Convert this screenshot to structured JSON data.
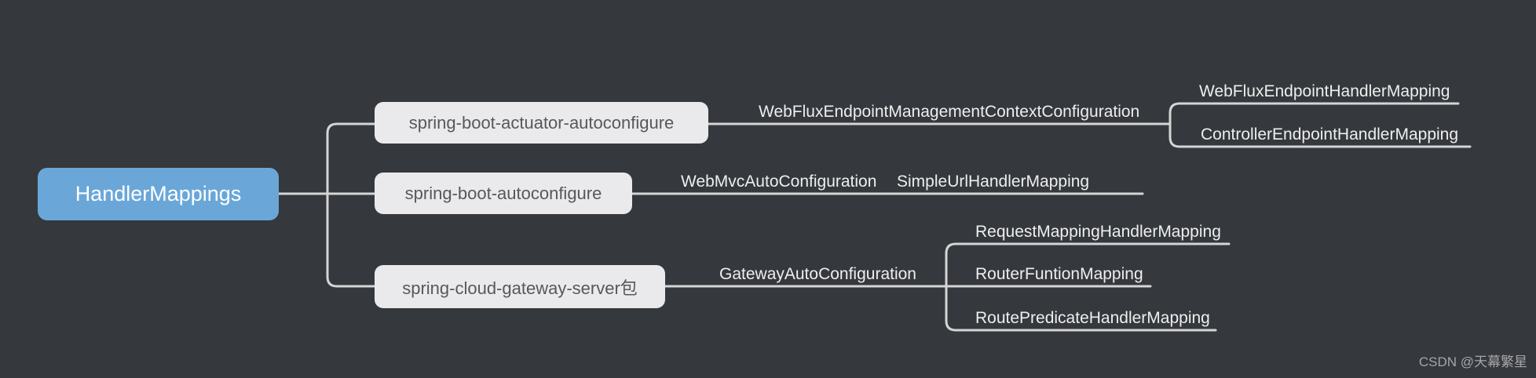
{
  "root": {
    "label": "HandlerMappings"
  },
  "branches": [
    {
      "label": "spring-boot-actuator-autoconfigure",
      "child": "WebFluxEndpointManagementContextConfiguration",
      "leaves": [
        "WebFluxEndpointHandlerMapping",
        "ControllerEndpointHandlerMapping"
      ]
    },
    {
      "label": "spring-boot-autoconfigure",
      "child": "WebMvcAutoConfiguration",
      "leaves": [
        "SimpleUrlHandlerMapping"
      ]
    },
    {
      "label": "spring-cloud-gateway-server包",
      "child": "GatewayAutoConfiguration",
      "leaves": [
        "RequestMappingHandlerMapping",
        "RouterFuntionMapping",
        "RoutePredicateHandlerMapping"
      ]
    }
  ],
  "watermark": "CSDN @天幕繁星",
  "colors": {
    "background": "#35383c",
    "connector": "#d5d5d6",
    "root_fill": "#6aa7d8",
    "root_text": "#ffffff",
    "package_fill": "#eaeaec",
    "package_text": "#56585c",
    "topic_text": "#eeeeef",
    "watermark_text": "#a6a6a8"
  }
}
